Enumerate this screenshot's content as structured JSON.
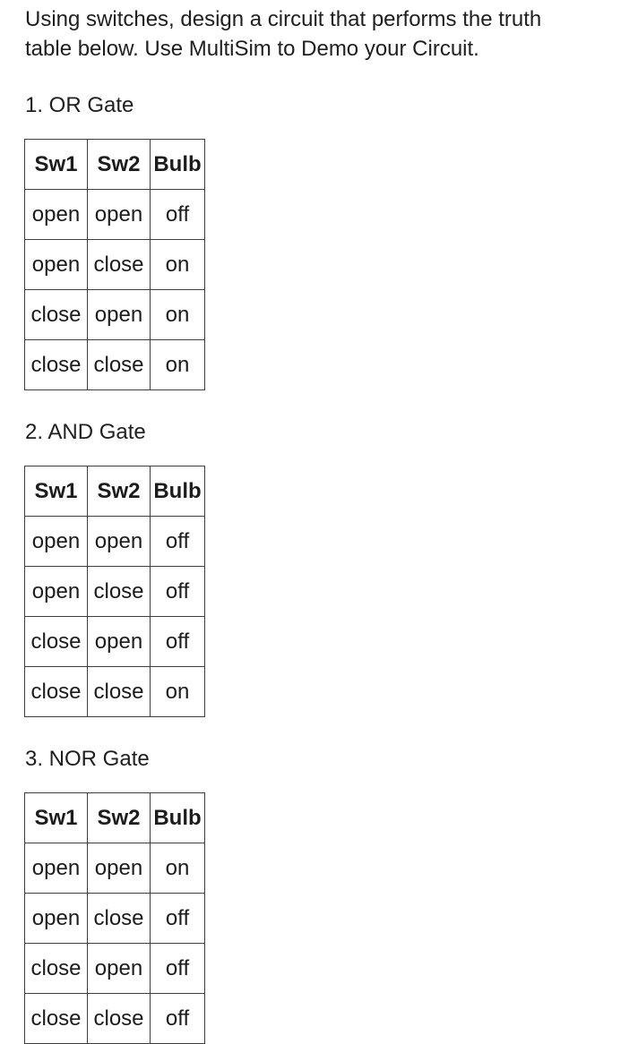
{
  "page": {
    "background": "#ffffff",
    "text_color": "#1f1f1f",
    "table_border_color": "#3e3e3e"
  },
  "intro": "Using switches, design a circuit that performs the truth table below. Use MultiSim to Demo your Circuit.",
  "sections": [
    {
      "title": "1. OR Gate",
      "table": {
        "headers": [
          "Sw1",
          "Sw2",
          "Bulb"
        ],
        "rows": [
          [
            "open",
            "open",
            "off"
          ],
          [
            "open",
            "close",
            "on"
          ],
          [
            "close",
            "open",
            "on"
          ],
          [
            "close",
            "close",
            "on"
          ]
        ]
      }
    },
    {
      "title": "2. AND Gate",
      "table": {
        "headers": [
          "Sw1",
          "Sw2",
          "Bulb"
        ],
        "rows": [
          [
            "open",
            "open",
            "off"
          ],
          [
            "open",
            "close",
            "off"
          ],
          [
            "close",
            "open",
            "off"
          ],
          [
            "close",
            "close",
            "on"
          ]
        ]
      }
    },
    {
      "title": "3. NOR Gate",
      "table": {
        "headers": [
          "Sw1",
          "Sw2",
          "Bulb"
        ],
        "rows": [
          [
            "open",
            "open",
            "on"
          ],
          [
            "open",
            "close",
            "off"
          ],
          [
            "close",
            "open",
            "off"
          ],
          [
            "close",
            "close",
            "off"
          ]
        ]
      }
    }
  ]
}
